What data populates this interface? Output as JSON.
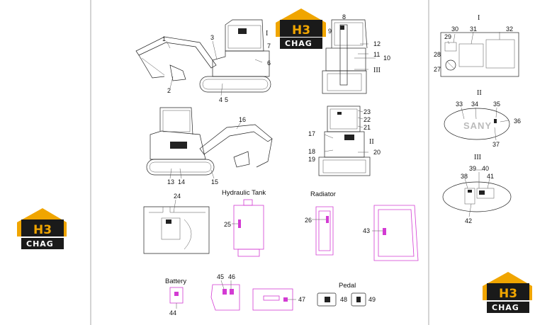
{
  "sections": {
    "hydraulic_tank": "Hydraulic Tank",
    "radiator": "Radiator",
    "battery": "Battery",
    "pedal": "Pedal"
  },
  "detail_markers": {
    "d1": "I",
    "d2": "II",
    "d3": "III"
  },
  "brand_text": "SANY",
  "logo": {
    "mark": "H3",
    "word": "CHAG",
    "accent": "#f0a500",
    "dark": "#1a1a1a"
  },
  "callouts": [
    "1",
    "2",
    "3",
    "4",
    "5",
    "6",
    "7",
    "8",
    "9",
    "10",
    "11",
    "12",
    "13",
    "14",
    "15",
    "16",
    "17",
    "18",
    "19",
    "20",
    "21",
    "22",
    "23",
    "24",
    "25",
    "26",
    "27",
    "28",
    "29",
    "30",
    "31",
    "32",
    "33",
    "34",
    "35",
    "36",
    "37",
    "38",
    "39",
    "40",
    "41",
    "42",
    "43",
    "44",
    "45",
    "46",
    "47",
    "48",
    "49"
  ],
  "colors": {
    "line": "#222222",
    "part": "#d33bd3"
  }
}
